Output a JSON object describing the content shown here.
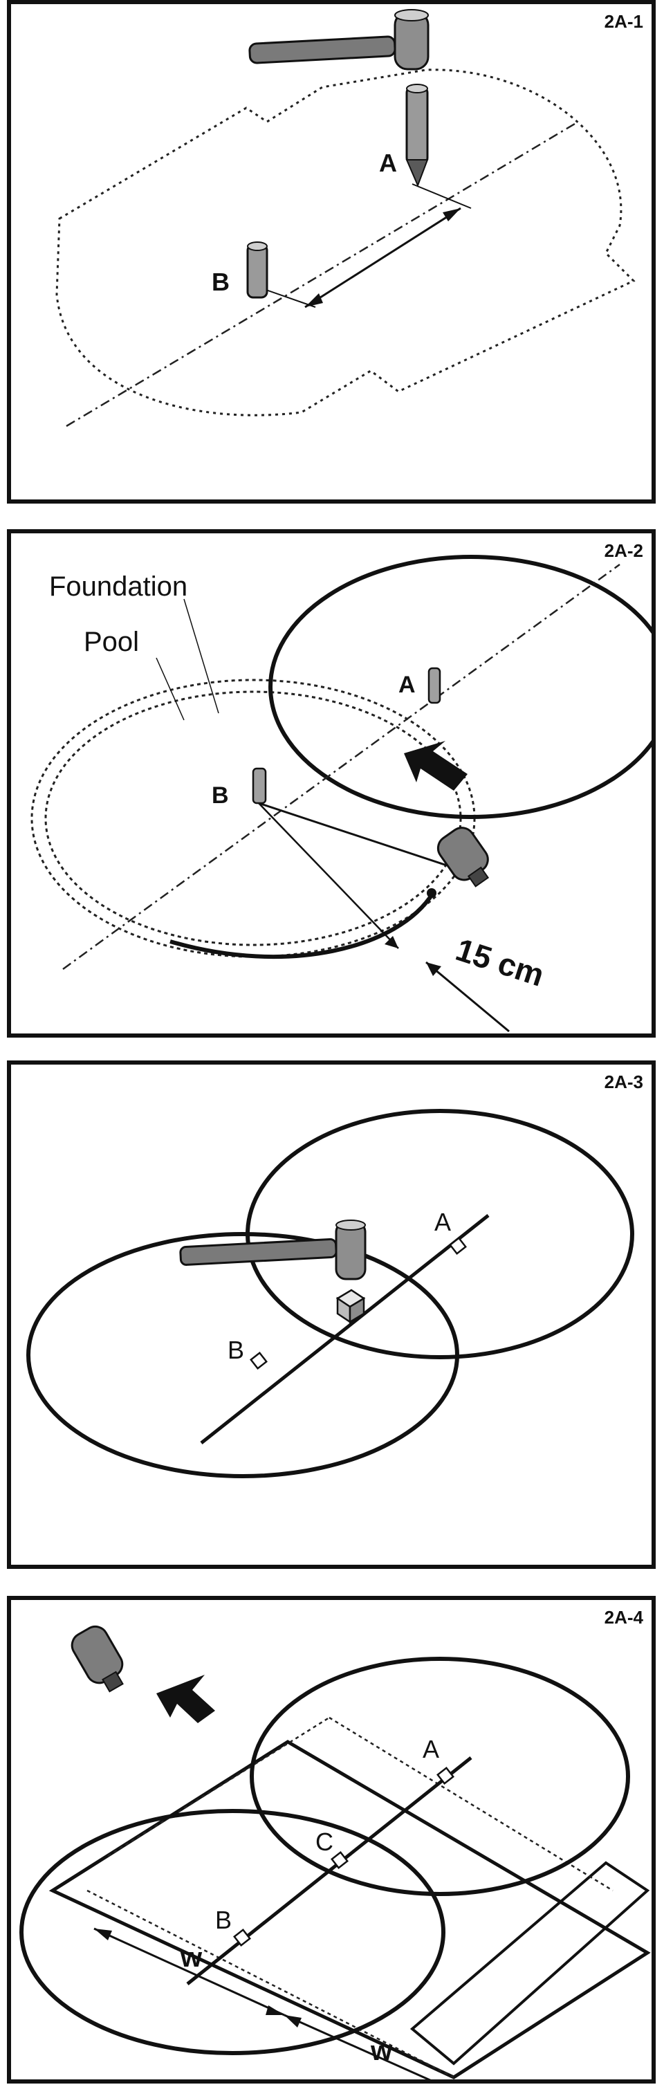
{
  "panels": [
    {
      "tag": "2A-1",
      "labels": {
        "a": "A",
        "b": "B"
      }
    },
    {
      "tag": "2A-2",
      "labels": {
        "a": "A",
        "b": "B",
        "foundation": "Foundation",
        "pool": "Pool",
        "distance": "15 cm"
      }
    },
    {
      "tag": "2A-3",
      "labels": {
        "a": "A",
        "b": "B"
      }
    },
    {
      "tag": "2A-4",
      "labels": {
        "a": "A",
        "b": "B",
        "c": "C",
        "w1": "w",
        "w2": "w"
      }
    }
  ]
}
